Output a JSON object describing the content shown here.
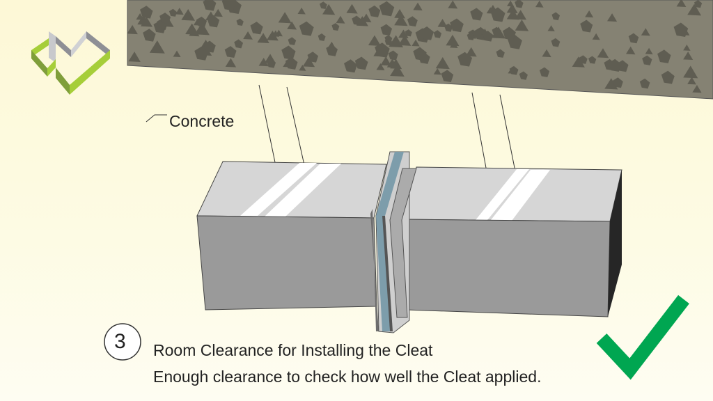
{
  "labels": {
    "concrete": "Concrete"
  },
  "step": {
    "number": "3",
    "title": "Room Clearance for Installing the Cleat",
    "description": "Enough clearance to check how well the Cleat applied."
  },
  "colors": {
    "concrete": "#858273",
    "aggregate": "#5f5d52",
    "logo_green": "#a6ce39",
    "check_green": "#00a651",
    "duct_top": "#d6d6d6",
    "duct_front": "#9a9a9a",
    "gasket_blue": "#7d9dab"
  },
  "icons": {
    "logo": "isometric-logo-icon",
    "check": "checkmark-icon"
  }
}
